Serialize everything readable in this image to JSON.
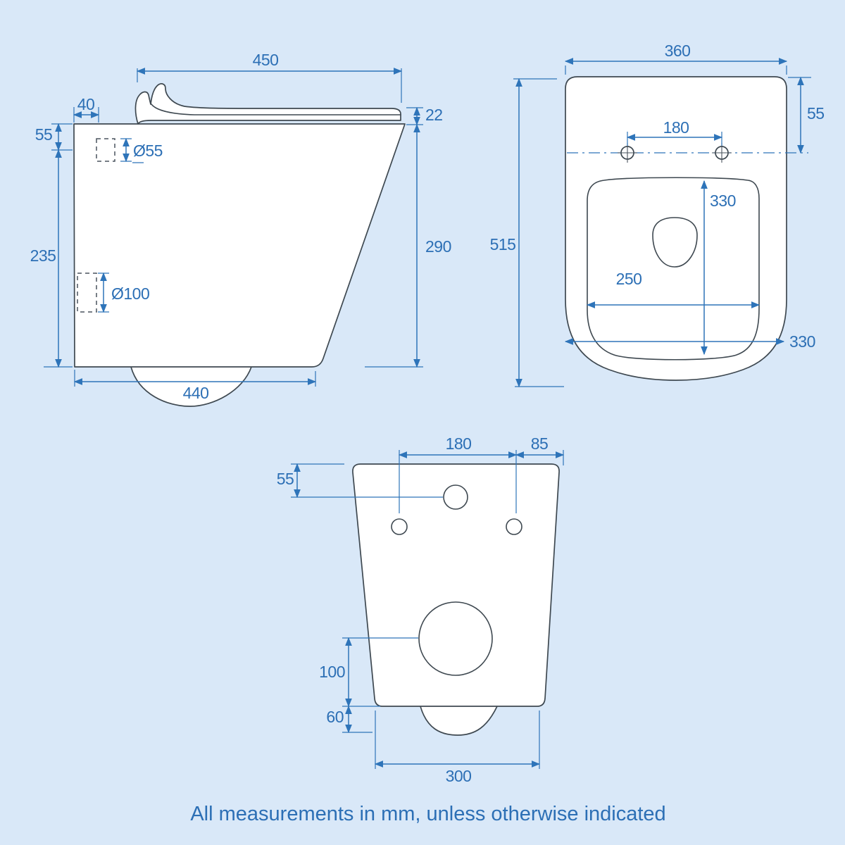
{
  "drawing": {
    "title": "wall-hung-toilet-dimension-drawing",
    "colors": {
      "background": "#d9e8f8",
      "dimension_blue": "#2e74b9",
      "label_blue": "#2c6fb5",
      "outline_gray": "#3e4850",
      "shape_fill": "#ffffff"
    }
  },
  "side_view": {
    "dims": {
      "seat_length": "450",
      "hinge_offset": "40",
      "upper_height": "55",
      "lower_height": "235",
      "inlet_diameter": "Ø55",
      "outlet_diameter": "Ø100",
      "base_depth": "440",
      "seat_thickness": "22",
      "body_height": "290"
    }
  },
  "plan_view": {
    "dims": {
      "overall_width": "360",
      "fixing_offset": "55",
      "fixing_spacing": "180",
      "opening_length": "330",
      "opening_width": "250",
      "overall_length": "330",
      "overall_depth": "515"
    }
  },
  "rear_view": {
    "dims": {
      "fixing_spacing": "180",
      "fixing_to_edge": "85",
      "inlet_offset": "55",
      "outlet_height": "100",
      "base_offset": "60",
      "base_width": "300"
    }
  },
  "footer": {
    "note": "All measurements in mm, unless otherwise indicated"
  }
}
